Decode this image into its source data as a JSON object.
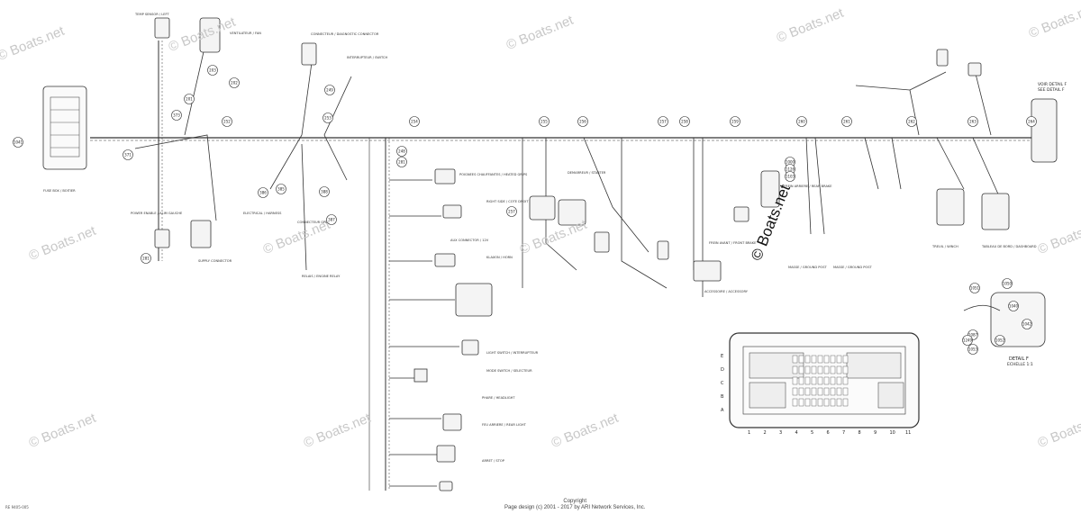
{
  "watermark": "© Boats.net",
  "center_mark": "© Boats.net",
  "copyright": {
    "line1": "Copyright",
    "line2": "Page design (c) 2001 - 2017 by ARI Network Services, Inc."
  },
  "figure_id": "RE 9405-005",
  "detail": {
    "title": "VOIR DETAIL F",
    "subtitle": "SEE DETAIL F",
    "fuse_title": "DETAIL F",
    "fuse_scale": "ECHELLE 1:1",
    "columns": [
      "1",
      "2",
      "3",
      "4",
      "5",
      "6",
      "7",
      "8",
      "9",
      "10",
      "11"
    ],
    "rows": [
      "E",
      "D",
      "C",
      "B",
      "A"
    ]
  },
  "callouts": {
    "c1041": "1041",
    "c281": "281",
    "c371": "371",
    "c373": "373",
    "c203": "203",
    "c202": "202",
    "c201": "201",
    "c252": "252",
    "c386": "386",
    "c385": "385",
    "c387": "387",
    "c388": "388",
    "c249": "249",
    "c253": "253",
    "c254": "254",
    "c255": "255",
    "c256": "256",
    "c257": "257",
    "c258": "258",
    "c259": "259",
    "c260": "260",
    "c261": "261",
    "c262": "262",
    "c263": "263",
    "c264": "264",
    "c248": "248",
    "c281b": "281",
    "c257b": "257",
    "c1000": "1000",
    "c1126": "1126",
    "c1103": "1103",
    "c1087": "1087",
    "c1249": "1249",
    "c1053": "1053",
    "c1052": "1052",
    "c1051": "1051",
    "c1050": "1050",
    "c1040": "1040",
    "c1042": "1042"
  },
  "labels": {
    "fuse_box": "FUSE BOX / BOITIER",
    "pwr_left": "POWER ENABLE / ALIM GAUCHE",
    "temp_left": "TEMP SENSOR / LEFT",
    "vent": "VENTILATEUR / FAN",
    "connector_dig": "CONNECTEUR / DIAGNOSTIC CONNECTOR",
    "interrupteur1": "INTERRUPTEUR / SWITCH",
    "supply_conn": "SUPPLY CONNECTOR",
    "electrical": "ELECTRICAL / HARNESS",
    "connecteur_gps": "CONNECTEUR GPS",
    "relay_eng": "RELAIS / ENGINE RELAY",
    "heated_grips": "POIGNEES CHAUFFANTES / HEATED GRIPS",
    "right_side": "RIGHT SIDE / COTE DROIT",
    "horn": "KLAXON / HORN",
    "aux": "AUX CONNECTOR / 12V",
    "light_switch": "LIGHT SWITCH / INTERRUPTEUR",
    "mode_switch": "MODE SWITCH / SELECTEUR",
    "headlight": "PHARE / HEADLIGHT",
    "rear_light": "FEU ARRIERE / REAR LIGHT",
    "stop": "ARRET / STOP",
    "starter": "DEMARREUR / STARTER",
    "accessory": "ACCESSOIRE / ACCESSORY",
    "brake_front": "FREIN AVANT / FRONT BRAKE",
    "brake_rear": "FREIN ARRIERE / REAR BRAKE",
    "ground_a": "MASSE / GROUND POST",
    "ground_b": "MASSE / GROUND POST",
    "winch": "TREUIL / WINCH",
    "dash": "TABLEAU DE BORD / DASHBOARD"
  }
}
